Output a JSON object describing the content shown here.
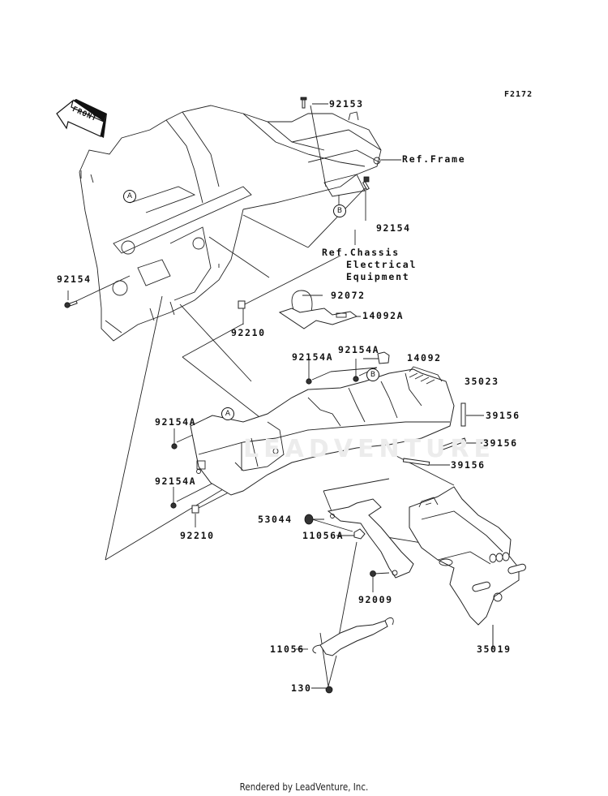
{
  "diagram": {
    "figure_code": "F2172",
    "front_arrow_label": "FRONT",
    "watermark": "LEADVENTURE",
    "footer": "Rendered by LeadVenture, Inc.",
    "reference_markers": {
      "a": "A",
      "b": "B"
    },
    "references": {
      "frame": "Ref.Frame",
      "chassis_line1": "Ref.Chassis",
      "chassis_line2": "Electrical",
      "chassis_line3": "Equipment"
    },
    "callouts": {
      "p92153": "92153",
      "p92154_top": "92154",
      "p92154_left": "92154",
      "p92072": "92072",
      "p14092A": "14092A",
      "p92210_top": "92210",
      "p92154A_1": "92154A",
      "p92154A_2": "92154A",
      "p14092": "14092",
      "p35023": "35023",
      "p39156_1": "39156",
      "p39156_2": "39156",
      "p39156_3": "39156",
      "p92154A_3": "92154A",
      "p92154A_4": "92154A",
      "p92210_bottom": "92210",
      "p53044": "53044",
      "p11056A": "11056A",
      "p92009": "92009",
      "p35019": "35019",
      "p11056": "11056",
      "p130": "130"
    }
  }
}
